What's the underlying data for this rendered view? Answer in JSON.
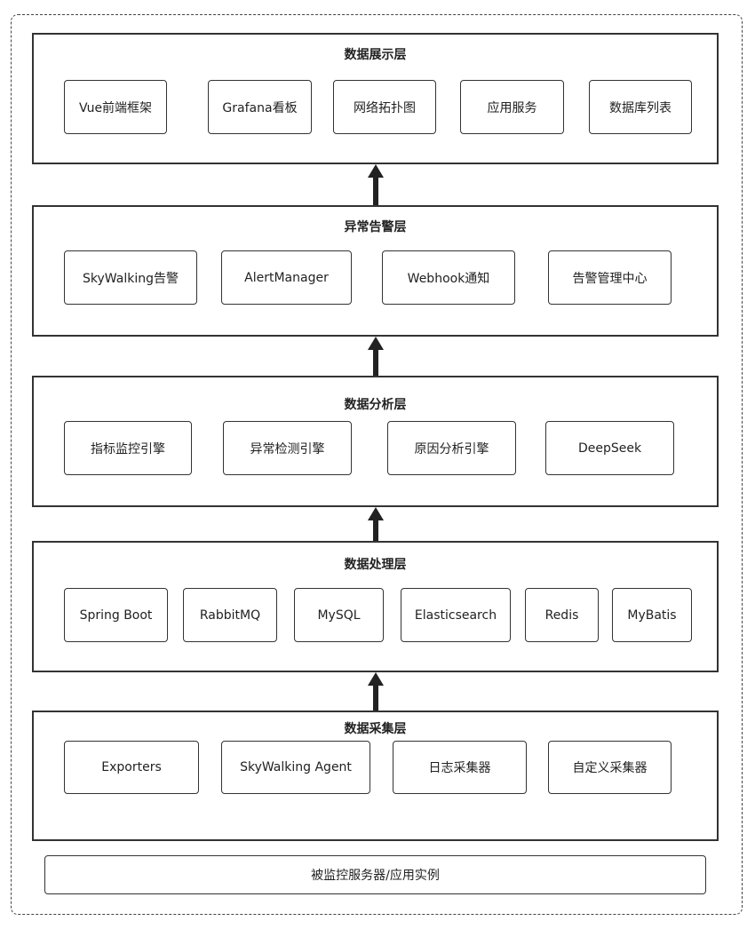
{
  "layers": [
    {
      "title": "数据展示层",
      "components": [
        "Vue前端框架",
        "Grafana看板",
        "网络拓扑图",
        "应用服务",
        "数据库列表"
      ]
    },
    {
      "title": "异常告警层",
      "components": [
        "SkyWalking告警",
        "AlertManager",
        "Webhook通知",
        "告警管理中心"
      ]
    },
    {
      "title": "数据分析层",
      "components": [
        "指标监控引擎",
        "异常检测引擎",
        "原因分析引擎",
        "DeepSeek"
      ]
    },
    {
      "title": "数据处理层",
      "components": [
        "Spring Boot",
        "RabbitMQ",
        "MySQL",
        "Elasticsearch",
        "Redis",
        "MyBatis"
      ]
    },
    {
      "title": "数据采集层",
      "components": [
        "Exporters",
        "SkyWalking Agent",
        "日志采集器",
        "自定义采集器"
      ]
    }
  ],
  "base": "被监控服务器/应用实例"
}
